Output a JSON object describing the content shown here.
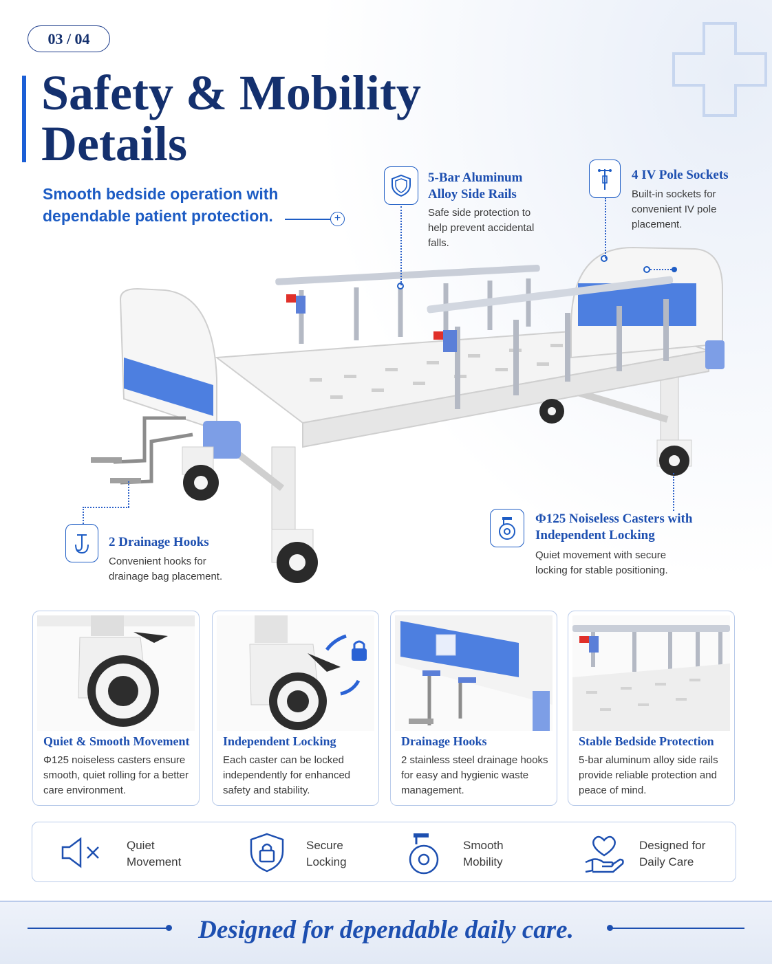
{
  "page_indicator": "03 / 04",
  "title": "Safety & Mobility Details",
  "subtitle": "Smooth bedside operation with dependable patient protection.",
  "brand_colors": {
    "primary": "#14306e",
    "accent": "#1d5cc4",
    "bed_blue": "#4d7fe0"
  },
  "callouts": {
    "side_rails": {
      "icon": "shield-icon",
      "title": "5-Bar Aluminum Alloy Side Rails",
      "desc": "Safe side protection to help prevent accidental falls."
    },
    "iv_sockets": {
      "icon": "iv-pole-icon",
      "title": "4 IV Pole Sockets",
      "desc": "Built-in sockets for convenient IV pole placement."
    },
    "drainage": {
      "icon": "hook-icon",
      "title": "2 Drainage Hooks",
      "desc": "Convenient hooks for drainage bag placement."
    },
    "casters": {
      "icon": "caster-icon",
      "title": "Φ125 Noiseless Casters with Independent Locking",
      "desc": "Quiet movement with secure locking for stable positioning."
    }
  },
  "cards": [
    {
      "title": "Quiet & Smooth Movement",
      "desc": "Φ125 noiseless casters ensure smooth, quiet rolling for a better care environment."
    },
    {
      "title": "Independent Locking",
      "desc": "Each caster can be locked independently for enhanced safety and stability."
    },
    {
      "title": "Drainage Hooks",
      "desc": "2 stainless steel drainage hooks for easy and hygienic waste management."
    },
    {
      "title": "Stable Bedside Protection",
      "desc": "5-bar aluminum alloy side rails provide reliable protection and peace of mind."
    }
  ],
  "features": [
    {
      "icon": "speaker-mute-icon",
      "line1": "Quiet",
      "line2": "Movement"
    },
    {
      "icon": "shield-lock-icon",
      "line1": "Secure",
      "line2": "Locking"
    },
    {
      "icon": "caster-wheel-icon",
      "line1": "Smooth",
      "line2": "Mobility"
    },
    {
      "icon": "heart-hand-icon",
      "line1": "Designed for",
      "line2": "Daily Care"
    }
  ],
  "footer": "Designed for dependable daily care."
}
